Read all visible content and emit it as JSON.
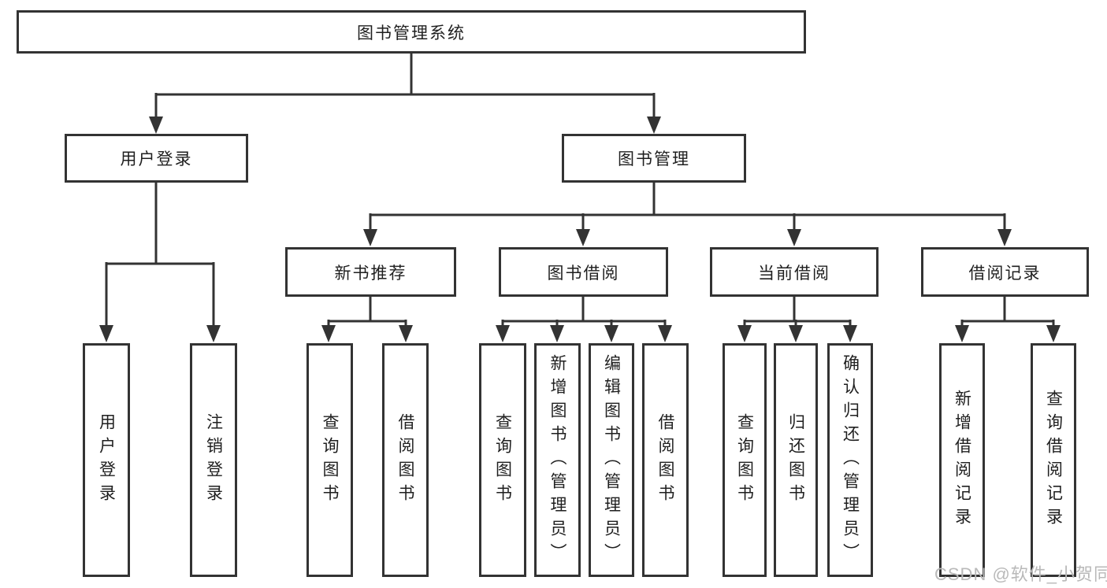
{
  "tree": {
    "label": "图书管理系统",
    "children": [
      {
        "label": "用户登录",
        "children": [
          {
            "label": "用户登录"
          },
          {
            "label": "注销登录"
          }
        ]
      },
      {
        "label": "图书管理",
        "children": [
          {
            "label": "新书推荐",
            "children": [
              {
                "label": "查询图书"
              },
              {
                "label": "借阅图书"
              }
            ]
          },
          {
            "label": "图书借阅",
            "children": [
              {
                "label": "查询图书"
              },
              {
                "label": "新增图书（管理员）"
              },
              {
                "label": "编辑图书（管理员）"
              },
              {
                "label": "借阅图书"
              }
            ]
          },
          {
            "label": "当前借阅",
            "children": [
              {
                "label": "查询图书"
              },
              {
                "label": "归还图书"
              },
              {
                "label": "确认归还（管理员）"
              }
            ]
          },
          {
            "label": "借阅记录",
            "children": [
              {
                "label": "新增借阅记录"
              },
              {
                "label": "查询借阅记录"
              }
            ]
          }
        ]
      }
    ]
  },
  "watermark": {
    "text": "CSDN @软件_小贺同学",
    "color": "#b9b9b9"
  },
  "colors": {
    "background": "#ffffff",
    "box_border": "#333333",
    "line": "#333333",
    "text": "#1f1f1f"
  }
}
